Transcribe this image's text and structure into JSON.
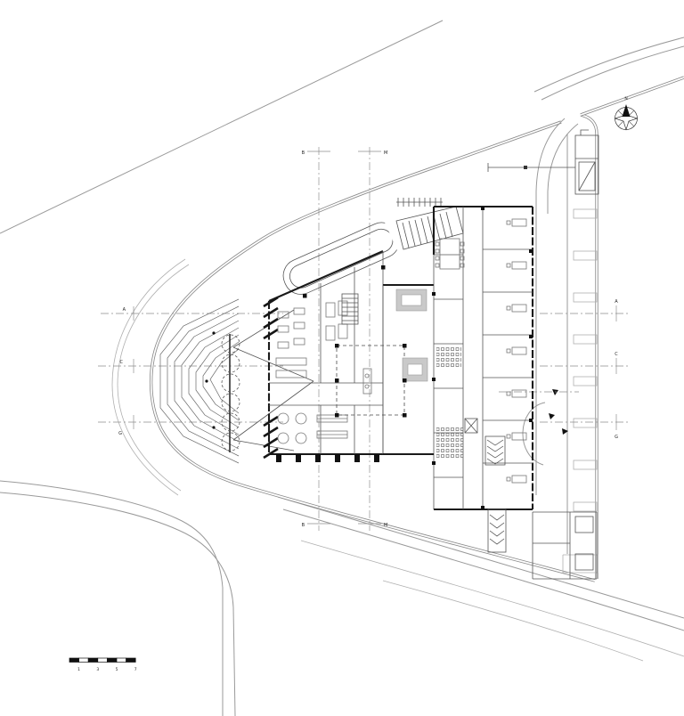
{
  "drawing": {
    "compass_north_label": "N",
    "scale_bar_labels": [
      "1",
      "3",
      "5",
      "7"
    ],
    "grid_axis_labels": {
      "horizontal_left": [
        "A",
        "C",
        "G"
      ],
      "horizontal_right": [
        "A",
        "C",
        "G"
      ],
      "vertical_top": [
        "B",
        "M"
      ],
      "vertical_bottom": [
        "B",
        "M"
      ]
    }
  },
  "colors": {
    "paper": "#ffffff",
    "road": "#9a9a9a",
    "boundary": "#8b8b8b",
    "wall": "#1a1a1a",
    "interior": "#555555",
    "grid": "#8f8f8f",
    "skylight": "#c9c9c9",
    "ink": "#222222",
    "furn": "#777777"
  }
}
